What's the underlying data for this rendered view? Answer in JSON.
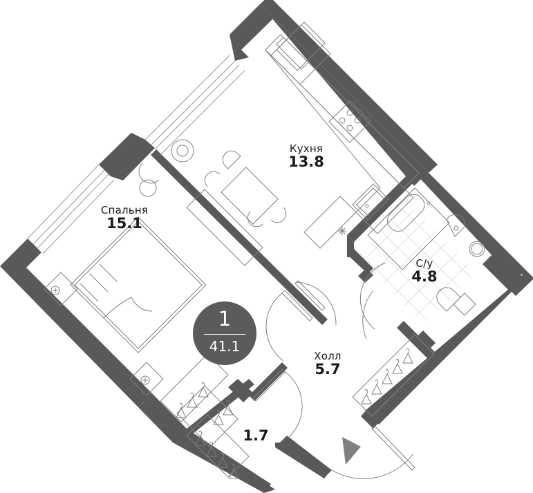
{
  "floor_plan": {
    "apartment": {
      "rooms_count": "1",
      "total_area": "41.1"
    },
    "rooms": [
      {
        "id": "kitchen",
        "name": "Кухня",
        "area": "13.8"
      },
      {
        "id": "bedroom",
        "name": "Спальня",
        "area": "15.1"
      },
      {
        "id": "bathroom",
        "name": "С/у",
        "area": "4.8"
      },
      {
        "id": "hall",
        "name": "Холл",
        "area": "5.7"
      },
      {
        "id": "wardrobe",
        "name": "",
        "area": "1.7"
      }
    ],
    "entrance_marker": "entrance-triangle-icon",
    "colors": {
      "wall": "#595959",
      "line": "#808080",
      "tile": "#d6d6d6",
      "badge": "#5b5b5b",
      "text": "#1b1b1b",
      "entrance": "#808080"
    }
  }
}
